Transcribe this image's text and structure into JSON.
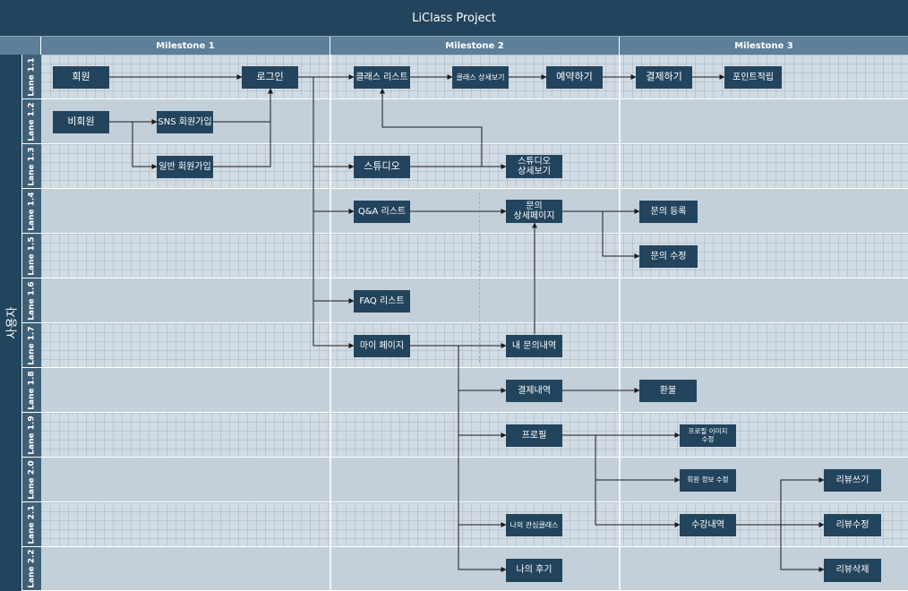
{
  "title": "LiClass Project",
  "milestones": [
    "Milestone 1",
    "Milestone 2",
    "Milestone 3"
  ],
  "actor": "사용자",
  "lanes": [
    "Lane 1.1",
    "Lane 1.2",
    "Lane 1.3",
    "Lane 1.4",
    "Lane 1.5",
    "Lane 1.6",
    "Lane 1.7",
    "Lane 1.8",
    "Lane 1.9",
    "Lane 2.0",
    "Lane 2.1",
    "Lane 2.2"
  ],
  "nodes": {
    "member": "회원",
    "non_member": "비회원",
    "login": "로그인",
    "sns_signup": "SNS 회원가입",
    "general_signup": "일반 회원가입",
    "class_list": "클래스 리스트",
    "class_detail": "클래스 상세보기",
    "reserve": "예약하기",
    "pay": "결제하기",
    "points": "포인트적립",
    "studio": "스튜디오",
    "studio_detail_1": "스튜디오",
    "studio_detail_2": "상세보기",
    "qa_list": "Q&A 리스트",
    "inquiry_detail_1": "문의",
    "inquiry_detail_2": "상세페이지",
    "inquiry_register": "문의 등록",
    "inquiry_edit": "문의 수정",
    "faq_list": "FAQ 리스트",
    "my_page": "마이 페이지",
    "my_inquiries": "내 문의내역",
    "payment_history": "결제내역",
    "refund": "환불",
    "profile": "프로필",
    "profile_image_edit_1": "프로필 이미지",
    "profile_image_edit_2": "수정",
    "member_info_edit": "회원 정보 수정",
    "write_review": "리뷰쓰기",
    "my_interest_classes": "나의 관심클래스",
    "course_history": "수강내역",
    "edit_review": "리뷰수정",
    "my_reviews": "나의 후기",
    "delete_review": "리뷰삭제"
  },
  "edges": [
    [
      "member",
      "login"
    ],
    [
      "non_member",
      "sns_signup"
    ],
    [
      "non_member",
      "general_signup"
    ],
    [
      "sns_signup",
      "login"
    ],
    [
      "general_signup",
      "login"
    ],
    [
      "login",
      "class_list"
    ],
    [
      "login",
      "studio"
    ],
    [
      "login",
      "qa_list"
    ],
    [
      "login",
      "faq_list"
    ],
    [
      "login",
      "my_page"
    ],
    [
      "class_list",
      "class_detail"
    ],
    [
      "class_detail",
      "reserve"
    ],
    [
      "reserve",
      "pay"
    ],
    [
      "pay",
      "points"
    ],
    [
      "studio",
      "studio_detail"
    ],
    [
      "studio_detail",
      "class_list"
    ],
    [
      "qa_list",
      "inquiry_detail"
    ],
    [
      "inquiry_detail",
      "inquiry_register"
    ],
    [
      "inquiry_detail",
      "inquiry_edit"
    ],
    [
      "my_page",
      "my_inquiries"
    ],
    [
      "my_inquiries",
      "inquiry_detail"
    ],
    [
      "my_page",
      "payment_history"
    ],
    [
      "payment_history",
      "refund"
    ],
    [
      "my_page",
      "profile"
    ],
    [
      "profile",
      "profile_image_edit"
    ],
    [
      "profile",
      "member_info_edit"
    ],
    [
      "profile",
      "course_history"
    ],
    [
      "my_page",
      "my_interest_classes"
    ],
    [
      "my_page",
      "my_reviews"
    ],
    [
      "course_history",
      "write_review"
    ],
    [
      "course_history",
      "edit_review"
    ],
    [
      "course_history",
      "delete_review"
    ]
  ],
  "colors": {
    "header": "#23445d",
    "node_fill": "#23445d",
    "milestone_header": "#5d7f99",
    "lane_label": "#3e5f78",
    "lane_grid": "#d1dbe3",
    "lane_plain": "#c3d0da",
    "connector": "#1a1a1a"
  }
}
